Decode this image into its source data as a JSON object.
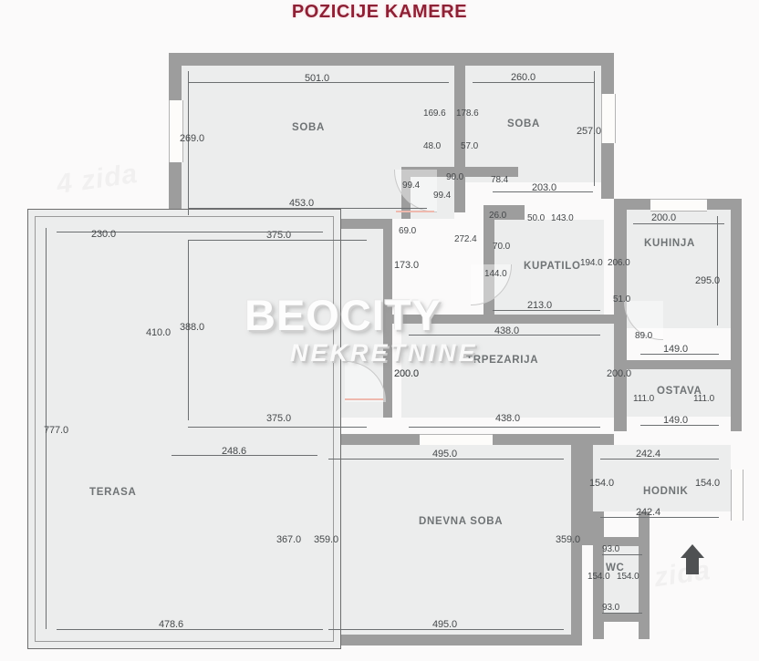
{
  "title": "POZICIJE KAMERE",
  "watermark": {
    "primary": "BEOCITY",
    "secondary": "NEKRETNINE",
    "faint_left": "4 zida",
    "faint_right": "4 zida"
  },
  "colors": {
    "title": "#8c2135",
    "wall": "#9d9d9d",
    "room_fill": "#eceded",
    "dimension_text": "#45484a",
    "room_label": "#6f7375",
    "background": "#fbfafa"
  },
  "rooms": [
    {
      "id": "soba-1",
      "label": "SOBA"
    },
    {
      "id": "soba-2",
      "label": "SOBA"
    },
    {
      "id": "soba-3",
      "label": "SOBA"
    },
    {
      "id": "kupatilo",
      "label": "KUPATILO"
    },
    {
      "id": "kuhinja",
      "label": "KUHINJA"
    },
    {
      "id": "trpezarija",
      "label": "TRPEZARIJA"
    },
    {
      "id": "ostava",
      "label": "OSTAVA"
    },
    {
      "id": "hodnik",
      "label": "HODNIK"
    },
    {
      "id": "wc",
      "label": "WC"
    },
    {
      "id": "dnevna-soba",
      "label": "DNEVNA SOBA"
    },
    {
      "id": "terasa",
      "label": "TERASA"
    }
  ],
  "dimensions": {
    "soba1_top": "501.0",
    "soba1_left": "269.0",
    "soba1_bottom": "453.0",
    "soba2_top": "260.0",
    "soba2_right": "257.0",
    "soba2_bottom": "203.0",
    "soba2_left_a": "169.6",
    "soba2_left_b": "178.6",
    "soba3_top": "375.0",
    "soba3_left": "388.0",
    "soba3_bottom": "375.0",
    "soba3_outer_left": "410.0",
    "corridor_69": "69.0",
    "corridor_173": "173.0",
    "corridor_200_left": "200.0",
    "center_48": "48.0",
    "center_57": "57.0",
    "center_90": "90.0",
    "center_784": "78.4",
    "center_994_a": "99.4",
    "center_994_b": "99.4",
    "kupatilo_26": "26.0",
    "kupatilo_50": "50.0",
    "kupatilo_143": "143.0",
    "kupatilo_2724": "272.4",
    "kupatilo_70": "70.0",
    "kupatilo_144": "144.0",
    "kupatilo_213": "213.0",
    "kupatilo_194": "194.0",
    "kuhinja_206": "206.0",
    "kuhinja_top": "200.0",
    "kuhinja_right": "295.0",
    "kuhinja_51": "51.0",
    "trpezarija_top": "438.0",
    "trpezarija_left": "200.0",
    "trpezarija_right": "200.0",
    "trpezarija_bottom": "438.0",
    "ostava_89": "89.0",
    "ostava_top": "149.0",
    "ostava_left": "111.0",
    "ostava_right": "111.0",
    "ostava_bottom": "149.0",
    "terasa_top": "230.0",
    "terasa_left": "777.0",
    "terasa_bottom": "478.6",
    "terasa_inner": "248.6",
    "dnevna_top": "495.0",
    "dnevna_left_a": "367.0",
    "dnevna_left_b": "359.0",
    "dnevna_right": "359.0",
    "dnevna_bottom": "495.0",
    "hodnik_top": "242.4",
    "hodnik_left": "154.0",
    "hodnik_right": "154.0",
    "hodnik_bottom": "242.4",
    "wc_top": "93.0",
    "wc_left": "154.0",
    "wc_right": "154.0",
    "wc_bottom": "93.0"
  },
  "entrance": {
    "icon": "entrance-arrow-up"
  }
}
